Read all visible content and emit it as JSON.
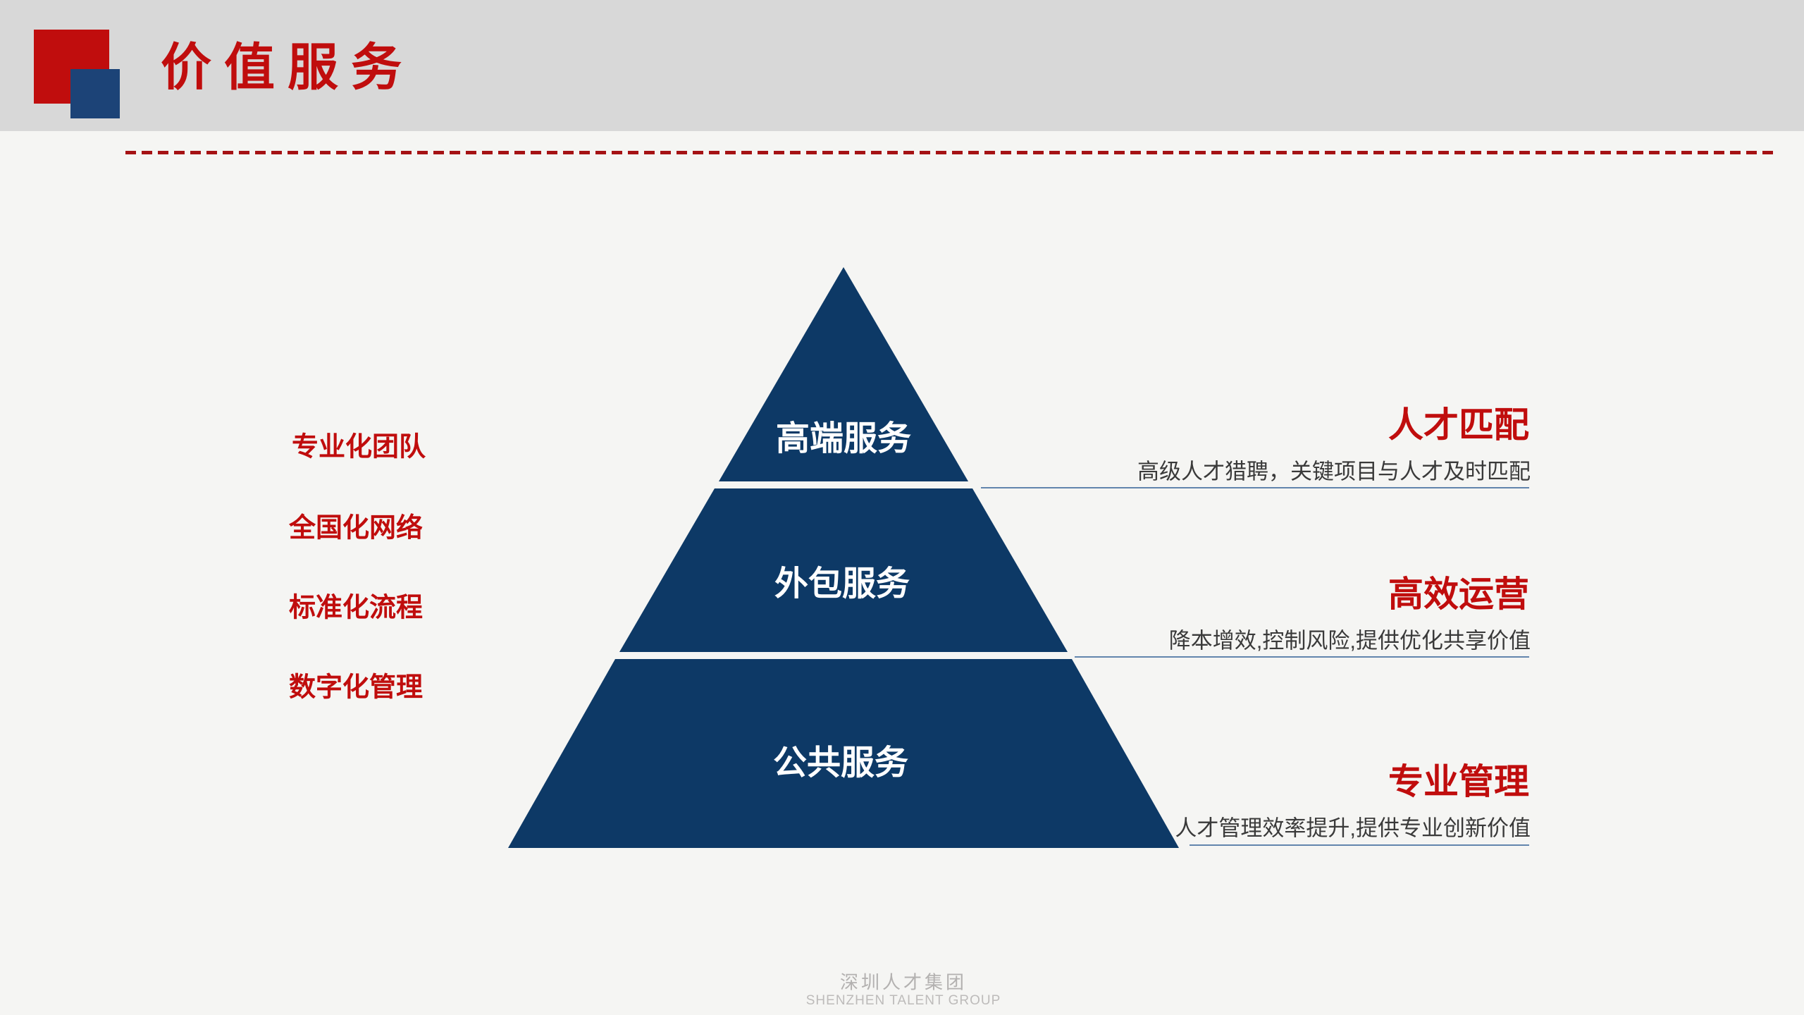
{
  "header": {
    "title": "价值服务"
  },
  "left_labels": [
    "专业化团队",
    "全国化网络",
    "标准化流程",
    "数字化管理"
  ],
  "pyramid": {
    "levels": [
      "高端服务",
      "外包服务",
      "公共服务"
    ]
  },
  "annotations": [
    {
      "heading": "人才匹配",
      "description": "高级人才猎聘，关键项目与人才及时匹配"
    },
    {
      "heading": "高效运营",
      "description": "降本增效,控制风险,提供优化共享价值"
    },
    {
      "heading": "专业管理",
      "description": "人才管理效率提升,提供专业创新价值"
    }
  ],
  "footer": {
    "name_cn": "深圳人才集团",
    "name_en": "SHENZHEN TALENT GROUP"
  },
  "colors": {
    "accent_red": "#c00d0d",
    "dash_red": "#a51214",
    "pyramid_navy": "#0d3966",
    "logo_blue": "#1c4377",
    "header_gray": "#d8d8d8",
    "background": "#f5f5f3",
    "connector_line_blue": "#6285ad",
    "description_text": "#3a3a3a",
    "footer_gray": "#b3b1b0"
  }
}
